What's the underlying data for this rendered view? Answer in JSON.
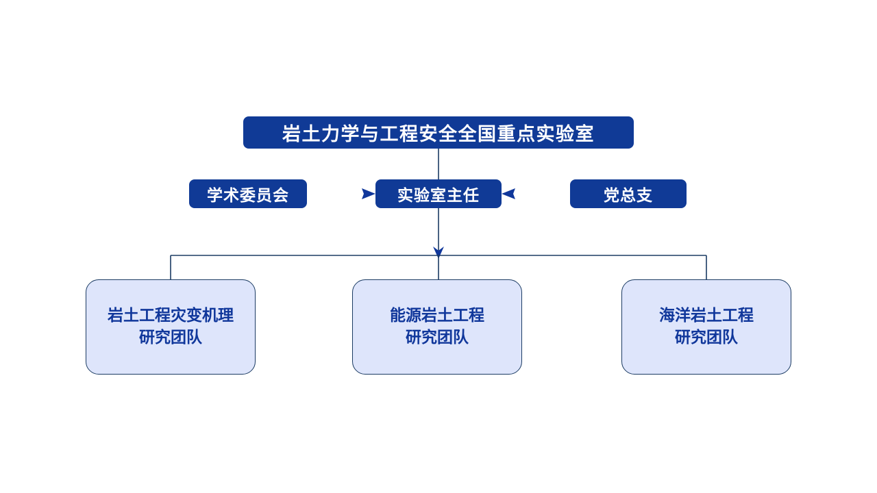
{
  "diagram": {
    "type": "organization-chart",
    "title_box": {
      "label": "岩土力学与工程安全全国重点实验室",
      "fill": "#103a96",
      "text_color": "#ffffff"
    },
    "second_row": {
      "left": {
        "label": "学术委员会",
        "fill": "#103a96",
        "text_color": "#ffffff"
      },
      "center": {
        "label": "实验室主任",
        "fill": "#103a96",
        "text_color": "#ffffff"
      },
      "right": {
        "label": "党总支",
        "fill": "#103a96",
        "text_color": "#ffffff"
      }
    },
    "teams": [
      {
        "line1": "岩土工程灾变机理",
        "line2": "研究团队",
        "fill": "#dee5fb",
        "border": "#1b3b63",
        "text_color": "#10379b"
      },
      {
        "line1": "能源岩土工程",
        "line2": "研究团队",
        "fill": "#dee5fb",
        "border": "#1b3b63",
        "text_color": "#10379b"
      },
      {
        "line1": "海洋岩土工程",
        "line2": "研究团队",
        "fill": "#dee5fb",
        "border": "#1b3b63",
        "text_color": "#10379b"
      }
    ],
    "connectors": {
      "title_to_director": "vertical-line",
      "committee_to_director": "arrow-right",
      "party_to_director": "arrow-left",
      "director_to_teams": "vertical-arrow-then-horizontal-bus",
      "line_color": "#1b3b63",
      "arrow_color": "#10379b"
    }
  }
}
